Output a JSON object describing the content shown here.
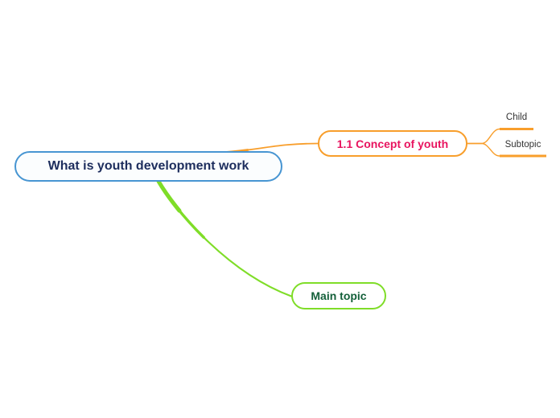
{
  "app": {
    "kind": "mind-map-editor",
    "background_color": "#ffffff"
  },
  "mindmap": {
    "root": {
      "label": "What is youth development work",
      "text_color": "#1d2d5d",
      "border_color": "#4795d2",
      "fill_color": "#fbfdfe"
    },
    "branches": [
      {
        "label": "1.1 Concept of youth",
        "text_color": "#e8145f",
        "border_color": "#f89e2b",
        "connector_color": "#f89e2b",
        "children": [
          {
            "label": "Child",
            "text_color": "#323232",
            "underline_color": "#f89e2b"
          },
          {
            "label": "Subtopic",
            "text_color": "#323232",
            "underline_color": "#f89e2b"
          }
        ]
      },
      {
        "label": "Main topic",
        "text_color": "#14603a",
        "border_color": "#7fdd28",
        "connector_color": "#7fdd28",
        "children": []
      }
    ]
  }
}
